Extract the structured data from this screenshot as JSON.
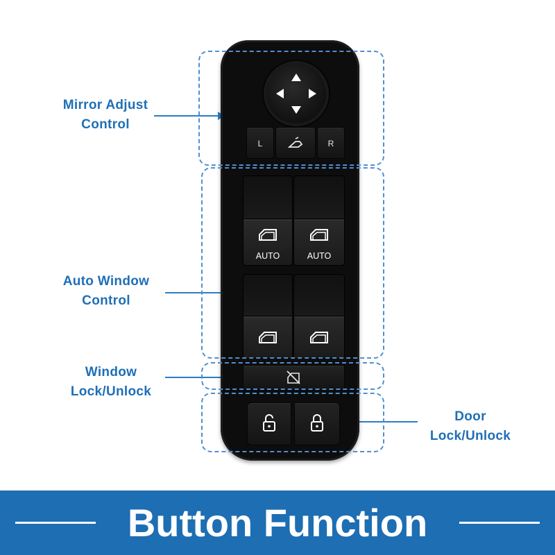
{
  "callouts": {
    "mirror_adjust": {
      "line1": "Mirror Adjust",
      "line2": "Control"
    },
    "auto_window": {
      "line1": "Auto Window",
      "line2": "Control"
    },
    "window_lock": {
      "line1": "Window",
      "line2": "Lock/Unlock"
    },
    "door_lock": {
      "line1": "Door",
      "line2": "Lock/Unlock"
    }
  },
  "switch": {
    "mirror_left_label": "L",
    "mirror_right_label": "R",
    "mirror_fold_icon": "mirror-fold-icon",
    "window_front_left_label": "AUTO",
    "window_front_right_label": "AUTO",
    "window_lock_icon": "window-lockout-icon",
    "door_unlock_icon": "unlock-icon",
    "door_lock_icon": "lock-icon"
  },
  "banner": {
    "title": "Button Function"
  },
  "colors": {
    "accent_blue": "#1d6eb3",
    "label_blue": "#1f6fb6",
    "switch_body": "#0d0d0d",
    "banner_text": "#ffffff"
  }
}
